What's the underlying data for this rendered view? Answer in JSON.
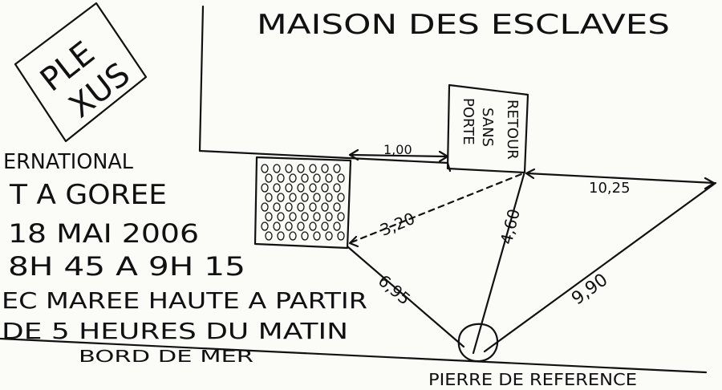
{
  "title": "MAISON DES ESCLAVES",
  "stamp": {
    "line1": "PLE",
    "line2": "XUS"
  },
  "event": {
    "line1": "ERNATIONAL",
    "line2": "T A GOREE",
    "line3": "18 MAI 2006",
    "line4": "8H 45 A 9H 15",
    "line5": "EC MAREE HAUTE A PARTIR",
    "line6": "DE 5 HEURES DU MATIN"
  },
  "labels": {
    "door_porte": "PORTE",
    "door_sans": "SANS",
    "door_retour": "RETOUR",
    "shore": "BORD DE MER",
    "reference_stone": "PIERRE DE REFERENCE"
  },
  "measurements": {
    "wall_gap": "1,00",
    "diagonal": "3,20",
    "to_door": "4,60",
    "to_box": "6,95",
    "long_diagonal": "9,90",
    "horizontal": "10,25"
  },
  "colors": {
    "ink": "#111111",
    "paper": "#fbfbf8"
  }
}
